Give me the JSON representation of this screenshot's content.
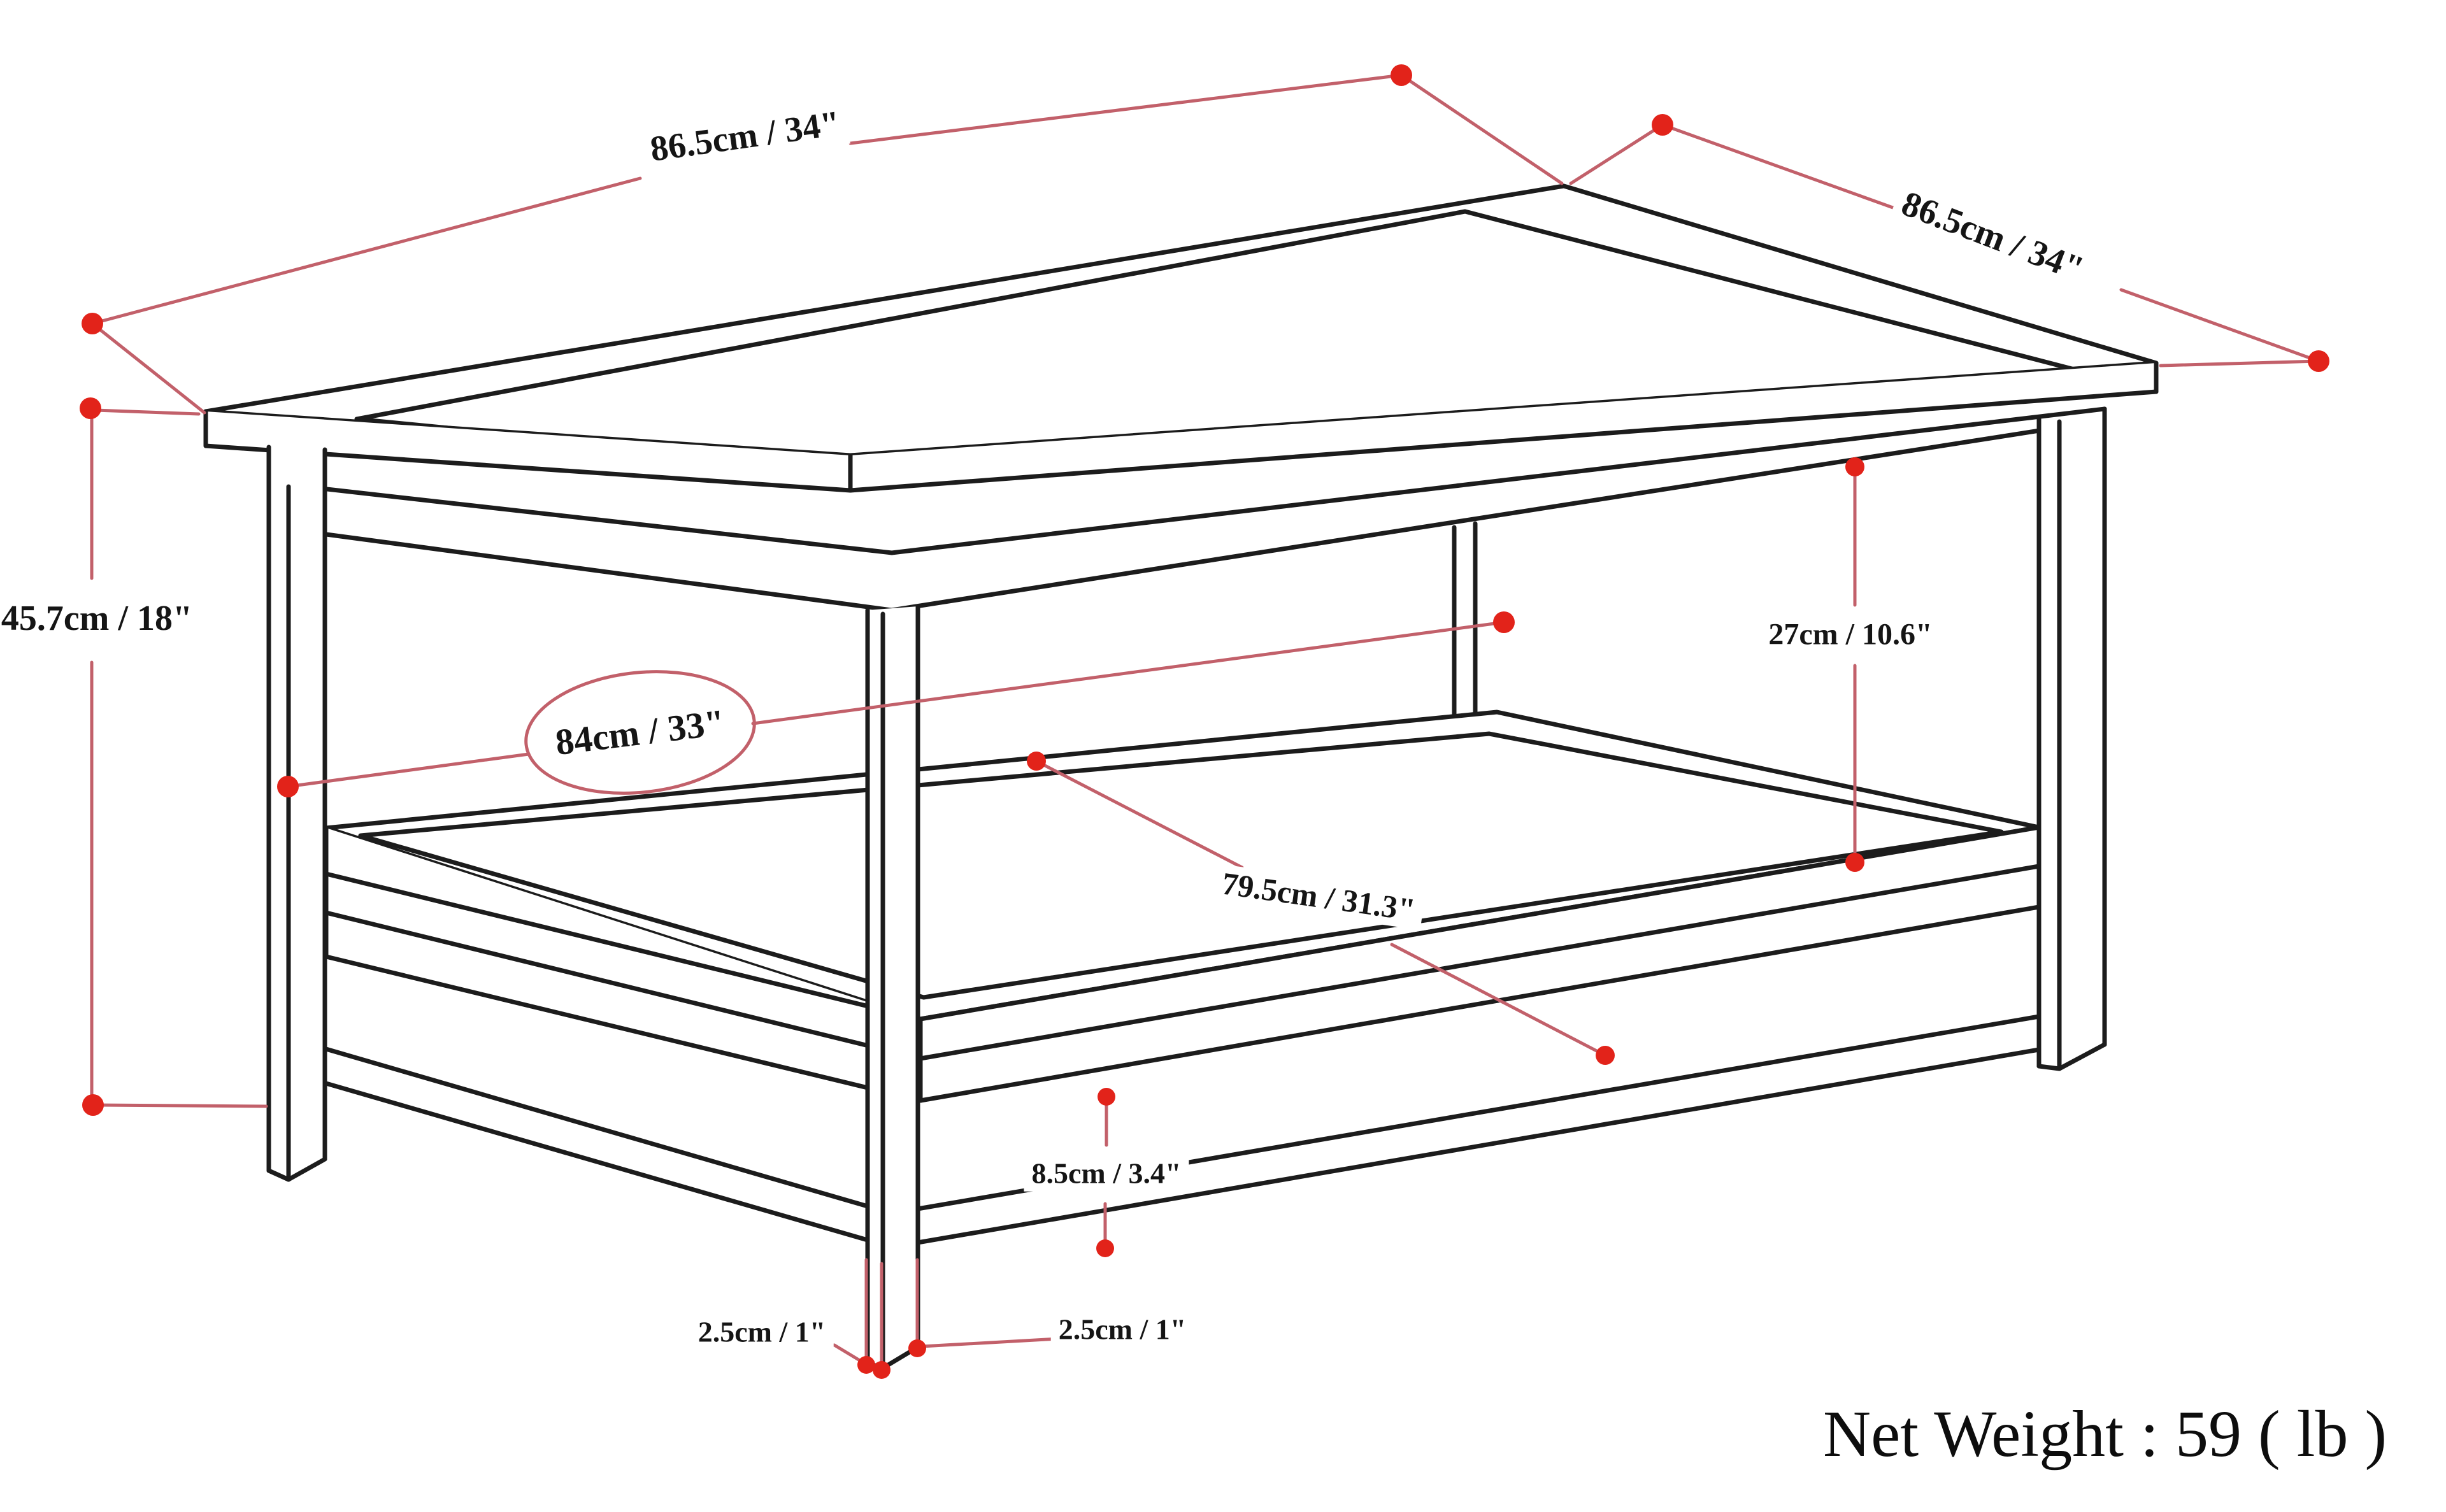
{
  "diagram": {
    "type": "furniture-dimension-diagram",
    "subject": "two-tier square coffee table line drawing",
    "colors": {
      "structure_line": "#1c1c1c",
      "dimension_line": "#c2606a",
      "dimension_dot": "#e2231a",
      "label_text": "#151515",
      "background": "#ffffff"
    },
    "labels": {
      "top_width": "86.5cm / 34\"",
      "top_depth": "86.5cm / 34\"",
      "height": "45.7cm / 18\"",
      "shelf_width": "84cm / 33\"",
      "clearance_top_to_shelf": "27cm / 10.6\"",
      "shelf_depth": "79.5cm / 31.3\"",
      "shelf_to_floor": "8.5cm / 3.4\"",
      "leg_thickness_left": "2.5cm / 1\"",
      "leg_thickness_right": "2.5cm / 1\""
    },
    "net_weight": "Net Weight : 59 ( lb )"
  }
}
